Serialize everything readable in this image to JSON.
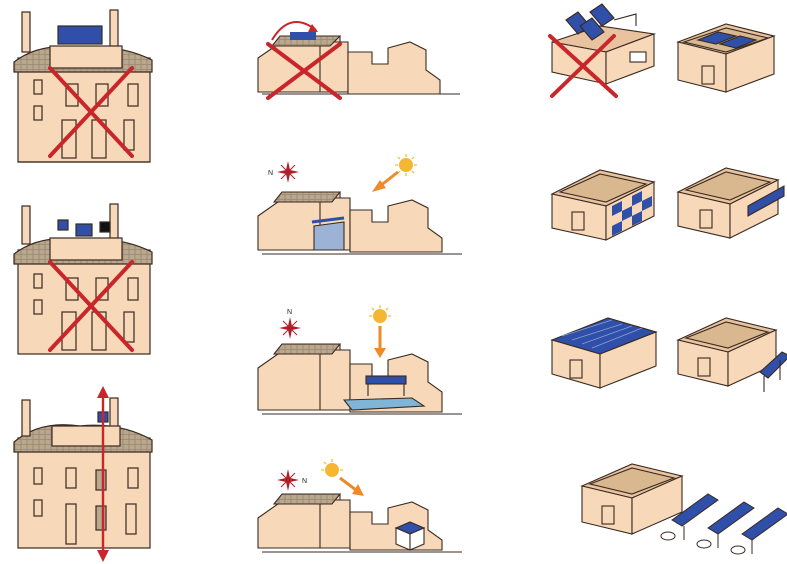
{
  "compass": {
    "north_label": "N"
  },
  "colors": {
    "wall": "#F7D8B8",
    "wall_shadow": "#E9C3A0",
    "roof_tile": "#B7A58C",
    "outline": "#3a2a20",
    "panel": "#2F4FA8",
    "forbidden": "#C8262B",
    "sun": "#F5B731",
    "sun_arrow": "#EE8A2A",
    "rose": "#B11E2A",
    "pool": "#7FB6D8"
  },
  "panels": [
    {
      "id": "facade-roof-panel",
      "icon": "forbidden-cross-icon",
      "allowed": false
    },
    {
      "id": "courtyard-roof-rotated",
      "icon": "forbidden-cross-icon",
      "allowed": false
    },
    {
      "id": "tilted-panels-on-roof",
      "icon": "forbidden-cross-icon",
      "allowed": false
    },
    {
      "id": "flat-roof-integrated",
      "allowed": true
    },
    {
      "id": "facade-skylight-panels",
      "icon": "forbidden-cross-icon",
      "allowed": false
    },
    {
      "id": "veranda-south",
      "icon": "compass-rose-icon",
      "allowed": true
    },
    {
      "id": "wall-panels-checker",
      "allowed": true
    },
    {
      "id": "parapet-edge-panel",
      "allowed": true
    },
    {
      "id": "facade-vertical-strip",
      "icon": "vertical-arrow-icon",
      "allowed": true
    },
    {
      "id": "pool-pergola",
      "icon": "compass-rose-icon",
      "allowed": true
    },
    {
      "id": "full-roof-coverage",
      "allowed": true
    },
    {
      "id": "awning-panel",
      "allowed": true
    },
    {
      "id": "annex-cube",
      "icon": "compass-rose-icon",
      "allowed": true
    },
    {
      "id": "carport-panels",
      "allowed": true
    }
  ]
}
